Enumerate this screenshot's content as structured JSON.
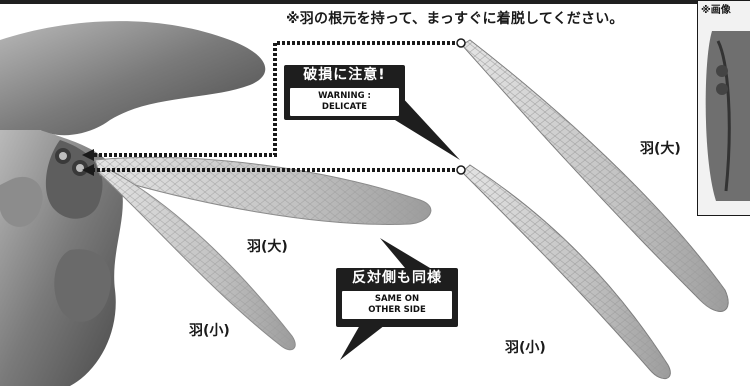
{
  "top_note": "※羽の根元を持って、まっすぐに着脱してください。",
  "inset_caption": "※画像",
  "callouts": {
    "warning": {
      "jp": "破損に注意!",
      "en_line1": "WARNING :",
      "en_line2": "DELICATE"
    },
    "same_side": {
      "jp": "反対側も同様",
      "en_line1": "SAME ON",
      "en_line2": "OTHER SIDE"
    }
  },
  "labels": {
    "wing_large_right": "羽(大)",
    "wing_large_mid": "羽(大)",
    "wing_small_left": "羽(小)",
    "wing_small_bottom": "羽(小)"
  },
  "colors": {
    "ink": "#1a1a1a",
    "figure": "#8a8a8a",
    "wing": "#c9c9c9"
  },
  "icons": [
    "dotted-arrow-icon",
    "pin-point-icon"
  ]
}
